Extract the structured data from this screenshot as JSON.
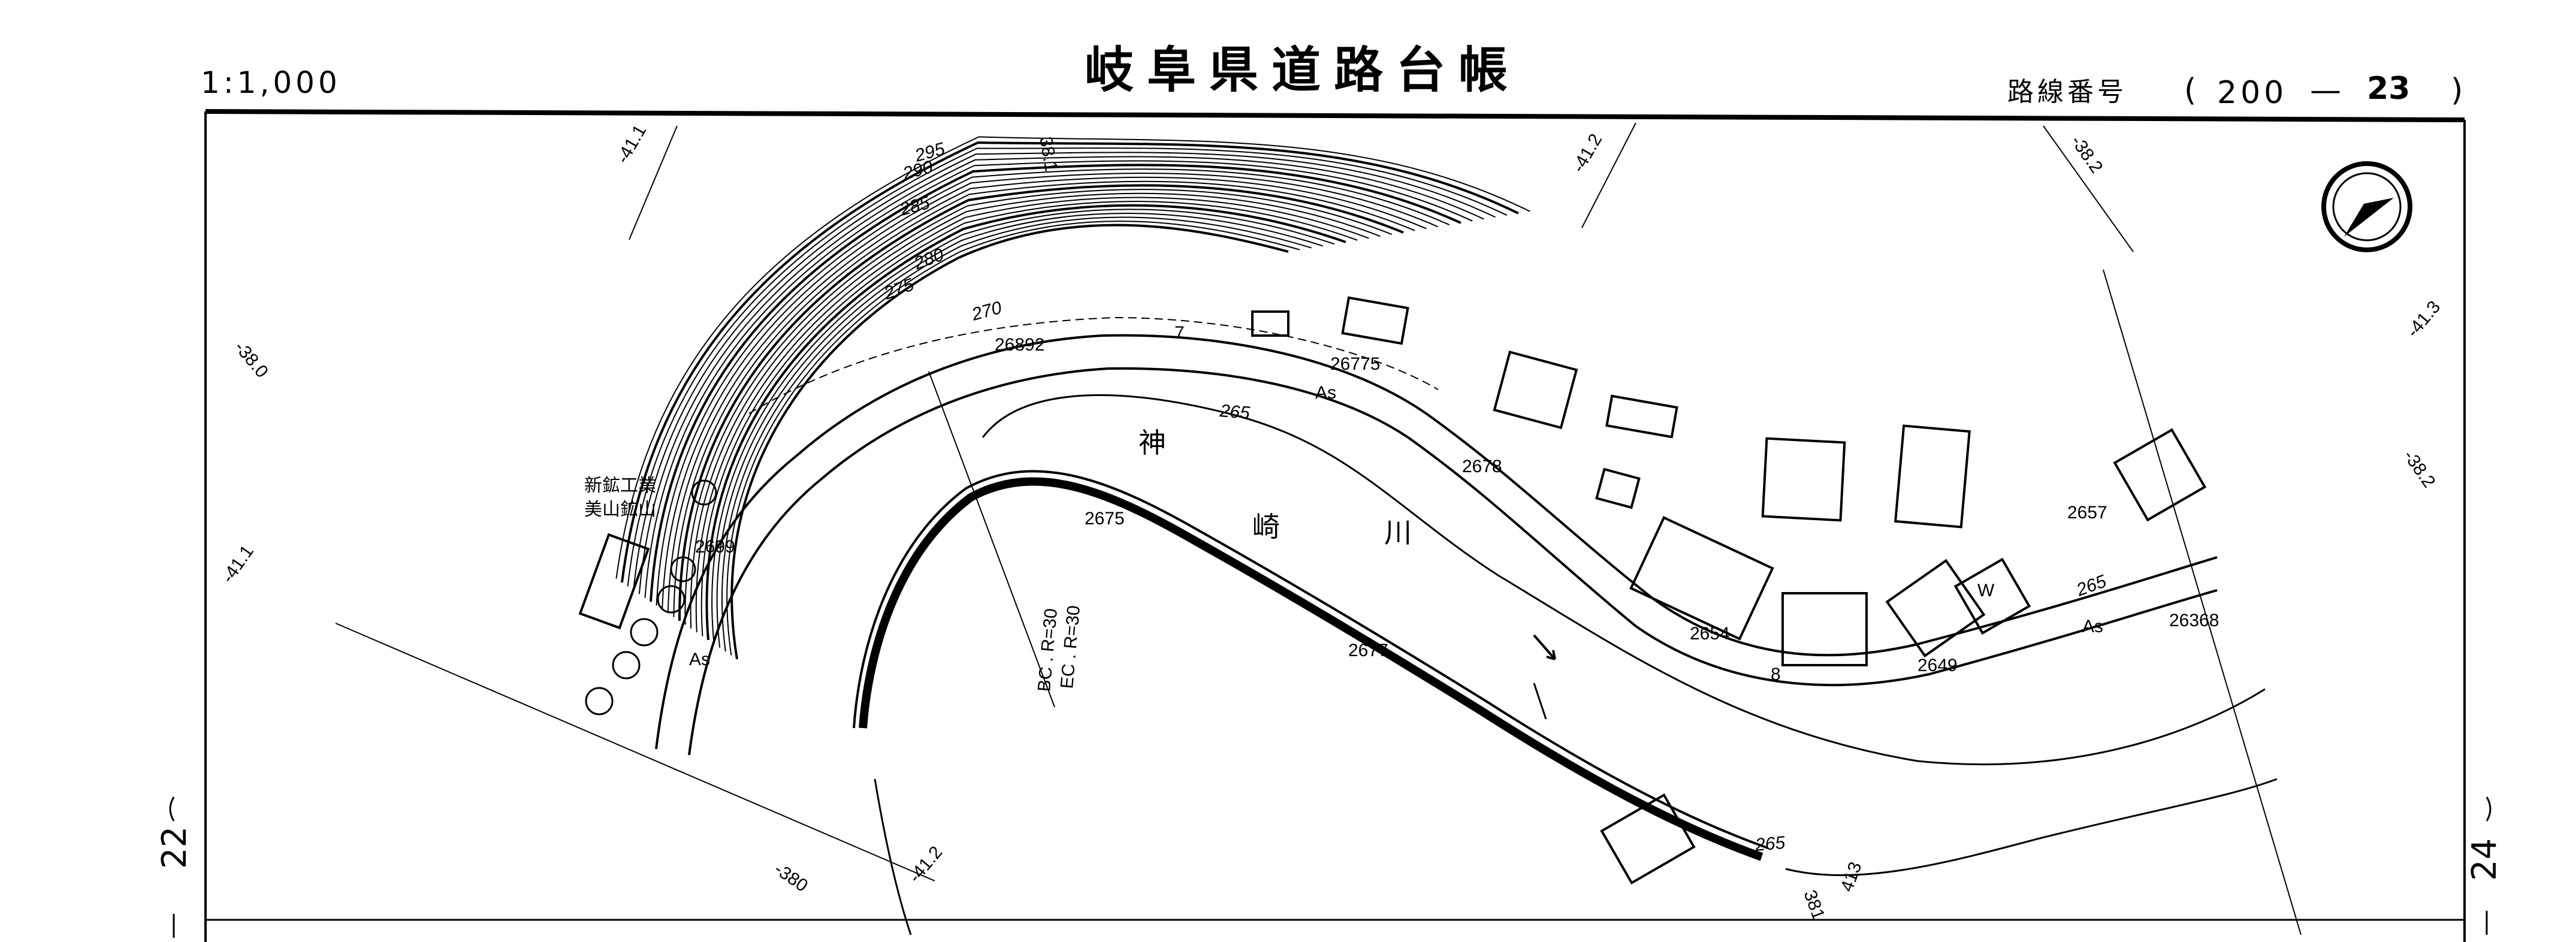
{
  "header": {
    "scale": "1:1,000",
    "title": "岐阜県道路台帳",
    "route_label": "路線番号",
    "route_open": "(",
    "route_major": "200",
    "route_dash": "—",
    "route_minor": "23",
    "route_close": ")"
  },
  "margins": {
    "left_sheet": "22",
    "right_sheet": "24"
  },
  "grid_labels": [
    "-41.1",
    "-41.2",
    "-38.2",
    "-38.0",
    "-41.1",
    "-41.3",
    "-38.2",
    "-380",
    "-41.2",
    "38.1",
    "413",
    "381"
  ],
  "contours": [
    "295",
    "290",
    "285",
    "280",
    "275",
    "270",
    "265",
    "265",
    "265"
  ],
  "spot_heights": [
    "26892",
    "26775",
    "2678",
    "2675",
    "2699",
    "2677",
    "2654",
    "2649",
    "26368",
    "2657"
  ],
  "place_labels": {
    "facility_line1": "新鉱工業",
    "facility_line2": "美山鉱山",
    "river": [
      "神",
      "崎",
      "川"
    ],
    "pavement": [
      "As",
      "As",
      "As"
    ],
    "curve_bc": "BC . R=30",
    "curve_ec": "EC . R=30",
    "station_7": "7",
    "station_8": "8",
    "well": "W"
  }
}
